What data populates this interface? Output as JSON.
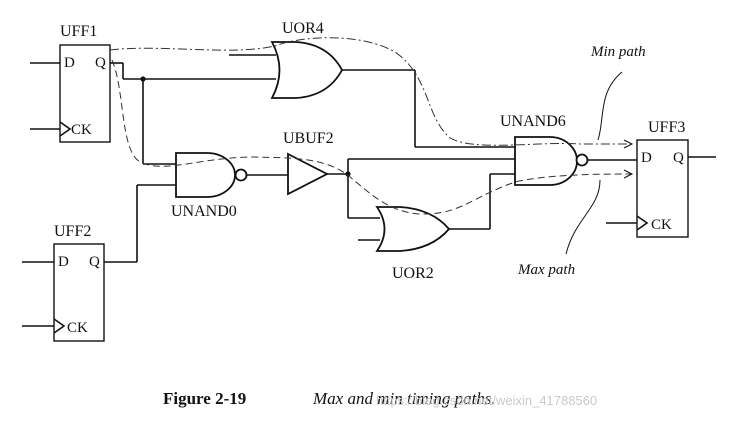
{
  "flip_flops": {
    "uff1": {
      "name": "UFF1",
      "d": "D",
      "q": "Q",
      "ck": "CK"
    },
    "uff2": {
      "name": "UFF2",
      "d": "D",
      "q": "Q",
      "ck": "CK"
    },
    "uff3": {
      "name": "UFF3",
      "d": "D",
      "q": "Q",
      "ck": "CK"
    }
  },
  "gates": {
    "uor4": "UOR4",
    "unand0": "UNAND0",
    "ubuf2": "UBUF2",
    "uor2": "UOR2",
    "unand6": "UNAND6"
  },
  "annotations": {
    "min_path": "Min path",
    "max_path": "Max path"
  },
  "caption": {
    "number": "Figure 2-19",
    "text": "Max and min timing paths."
  },
  "watermark": "https://blog.csdn.net/weixin_41788560"
}
